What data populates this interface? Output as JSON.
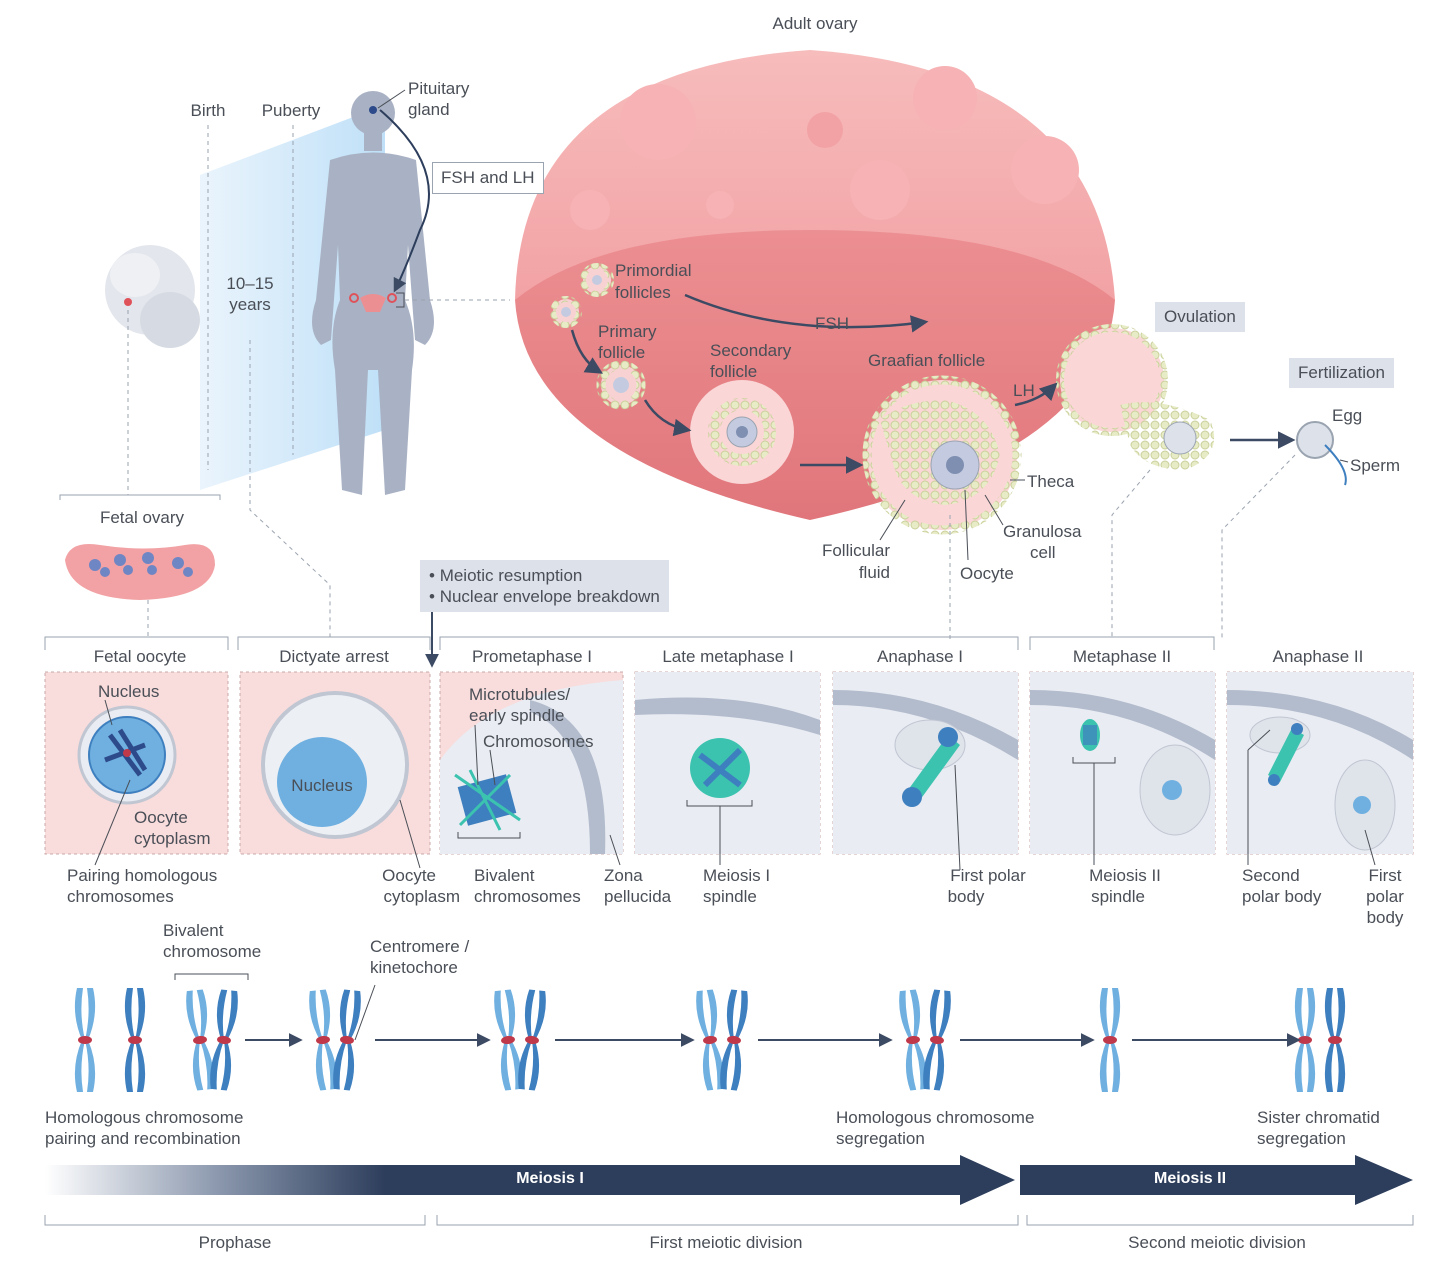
{
  "top": {
    "adult_ovary": "Adult ovary",
    "birth": "Birth",
    "puberty": "Puberty",
    "pituitary": [
      "Pituitary",
      "gland"
    ],
    "fsh_lh": "FSH and LH",
    "age": [
      "10–15",
      "years"
    ],
    "primordial": [
      "Primordial",
      "follicles"
    ],
    "primary": [
      "Primary",
      "follicle"
    ],
    "secondary": [
      "Secondary",
      "follicle"
    ],
    "graafian": "Graafian follicle",
    "fsh": "FSH",
    "lh": "LH",
    "ovulation": "Ovulation",
    "fertilization": "Fertilization",
    "egg": "Egg",
    "sperm": "Sperm",
    "theca": "Theca",
    "granulosa": [
      "Granulosa",
      "cell"
    ],
    "follicular": [
      "Follicular",
      "fluid"
    ],
    "oocyte": "Oocyte",
    "fetal_ovary": "Fetal ovary",
    "meiotic_notes": [
      "Meiotic resumption",
      "Nuclear envelope breakdown"
    ]
  },
  "panels": {
    "titles": [
      "Fetal oocyte",
      "Dictyate arrest",
      "Prometaphase I",
      "Late metaphase I",
      "Anaphase I",
      "Metaphase II",
      "Anaphase II"
    ],
    "nucleus": "Nucleus",
    "oocyte_cytoplasm_inner": [
      "Oocyte",
      "cytoplasm"
    ],
    "microtubules": [
      "Microtubules/",
      "early spindle"
    ],
    "chromosomes": "Chromosomes",
    "captions": {
      "pairing": [
        "Pairing homologous",
        "chromosomes"
      ],
      "oocyte_cytoplasm": [
        "Oocyte",
        "cytoplasm"
      ],
      "bivalent": [
        "Bivalent",
        "chromosomes"
      ],
      "zona": [
        "Zona",
        "pellucida"
      ],
      "meiosis1_spindle": [
        "Meiosis I",
        "spindle"
      ],
      "first_polar_body": [
        "First polar",
        "body"
      ],
      "meiosis2_spindle": [
        "Meiosis II",
        "spindle"
      ],
      "second_polar_body": [
        "Second",
        "polar body"
      ],
      "first_polar_body2": [
        "First",
        "polar",
        "body"
      ]
    }
  },
  "chromo": {
    "bivalent": [
      "Bivalent",
      "chromosome"
    ],
    "centromere": [
      "Centromere /",
      "kinetochore"
    ],
    "pairing": [
      "Homologous chromosome",
      "pairing and recombination"
    ],
    "hom_seg": [
      "Homologous chromosome",
      "segregation"
    ],
    "sister_seg": [
      "Sister chromatid",
      "segregation"
    ]
  },
  "bars": {
    "meiosis1": "Meiosis I",
    "meiosis2": "Meiosis II",
    "prophase": "Prophase",
    "first_div": "First meiotic division",
    "second_div": "Second meiotic division"
  },
  "colors": {
    "ovary": "#f2a7a7",
    "ovary_dark": "#e07e82",
    "panel_bg": "#f9dcdc",
    "chromosome": "#6fb0e0",
    "chromosome_dark": "#3e7fbf",
    "centromere": "#c0394b",
    "spindle": "#3cc3b0",
    "arrow": "#3c4a63",
    "bar": "#2d3e5c",
    "silhouette": "#a9b2c4"
  }
}
